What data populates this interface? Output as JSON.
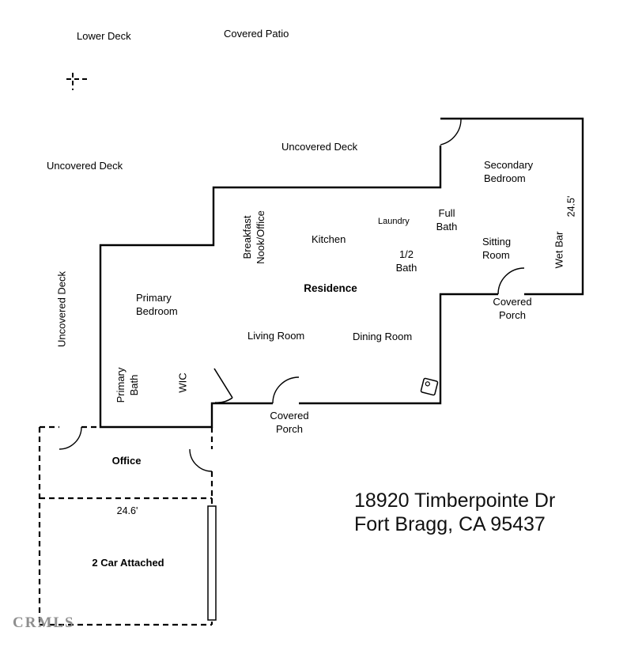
{
  "address": {
    "line1": "18920 Timberpointe Dr",
    "line2": "Fort Bragg, CA 95437"
  },
  "watermark": "CRMLS",
  "dimensions": {
    "right_wing_depth": "24.5'",
    "garage_width": "24.6'"
  },
  "rooms": {
    "lower_deck": "Lower Deck",
    "covered_patio": "Covered Patio",
    "uncovered_deck_top": "Uncovered Deck",
    "uncovered_deck_upper_left": "Uncovered Deck",
    "uncovered_deck_left": "Uncovered Deck",
    "secondary_bedroom": "Secondary\nBedroom",
    "laundry": "Laundry",
    "full_bath": "Full\nBath",
    "sitting_room": "Sitting\nRoom",
    "wet_bar": "Wet Bar",
    "breakfast_nook": "Breakfast\nNook/Office",
    "kitchen": "Kitchen",
    "half_bath": "1/2\nBath",
    "residence": "Residence",
    "primary_bedroom": "Primary\nBedroom",
    "covered_porch_right": "Covered\nPorch",
    "living_room": "Living Room",
    "dining_room": "Dining Room",
    "primary_bath": "Primary\nBath",
    "wic": "WIC",
    "covered_porch_bottom": "Covered\nPorch",
    "office": "Office",
    "garage": "2 Car Attached"
  },
  "colors": {
    "wall": "#000000",
    "text": "#000000",
    "watermark": "#8f8f8f",
    "background": "#ffffff"
  }
}
